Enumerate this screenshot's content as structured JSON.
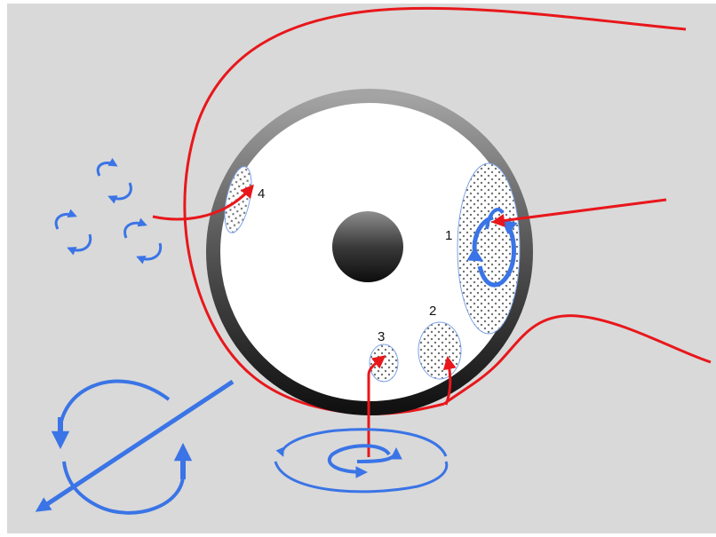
{
  "labels": [
    "1",
    "2",
    "3",
    "4"
  ],
  "colors": {
    "background": "#d9d9d9",
    "red_line": "#e8171b",
    "blue_flow": "#3a74e6",
    "ring_dark": "#141414",
    "ring_light": "#9c9c9c"
  }
}
